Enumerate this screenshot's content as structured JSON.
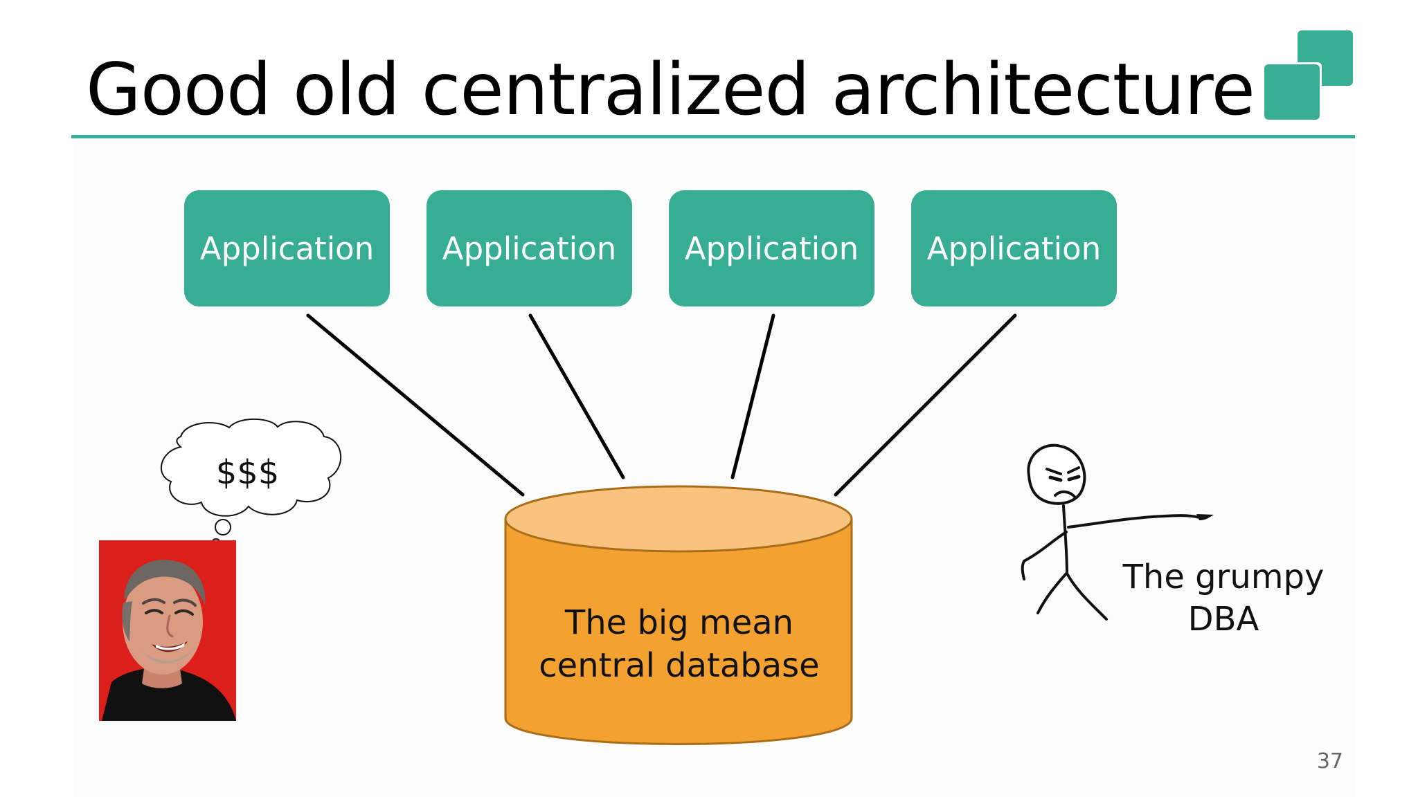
{
  "slide": {
    "title": "Good old centralized architecture",
    "page_number": "37"
  },
  "diagram": {
    "applications": [
      {
        "label": "Application"
      },
      {
        "label": "Application"
      },
      {
        "label": "Application"
      },
      {
        "label": "Application"
      }
    ],
    "database": {
      "label_lines": [
        "The big mean",
        "central database"
      ]
    },
    "thought_bubble": {
      "text": "$$$"
    },
    "dba": {
      "label_lines": [
        "The grumpy",
        "DBA"
      ]
    },
    "decorations": {
      "logo": "logo-icon",
      "portrait": "laughing-man-photo",
      "figure": "grumpy-stick-figure-icon"
    }
  },
  "colors": {
    "accent": "#37ae93",
    "database_body": "#f3a231",
    "database_top": "#f7c37f",
    "database_outline": "#a96d19",
    "portrait_background": "#dc1f1b"
  }
}
